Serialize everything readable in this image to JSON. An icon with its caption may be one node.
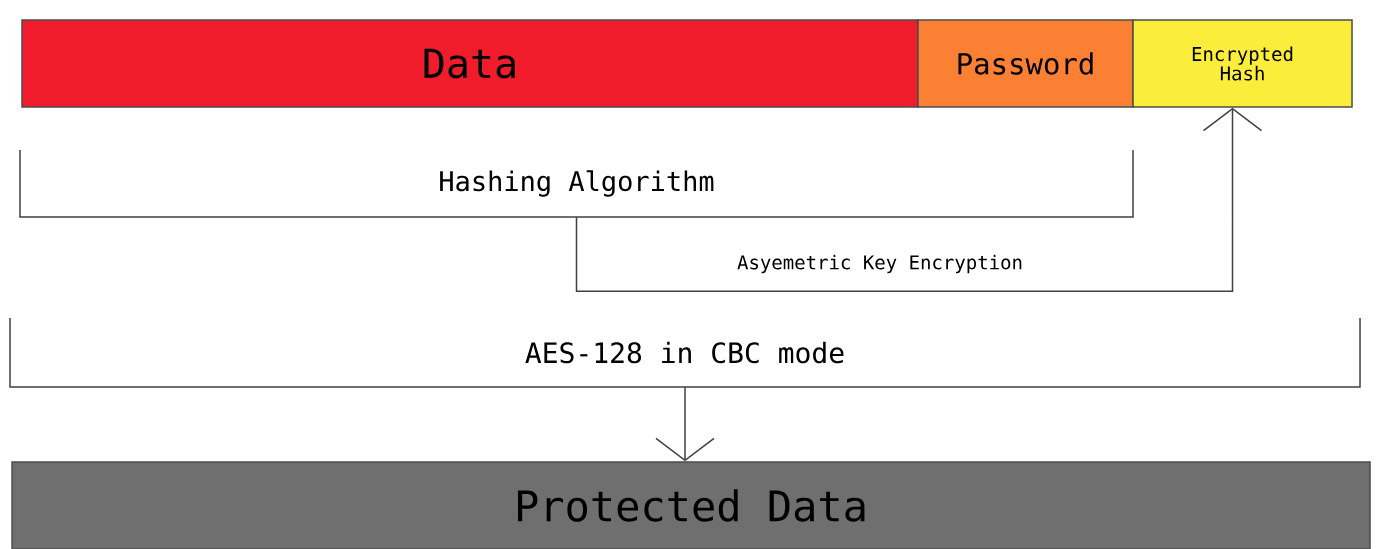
{
  "diagram": {
    "nodes": [
      {
        "text": [
          "Data"
        ]
      },
      {
        "text": [
          "Password"
        ]
      },
      {
        "text": [
          "Encrypted Hash"
        ]
      },
      {
        "text": [
          "Protected Data"
        ]
      },
      {
        "text": [
          "Hashing Algorithm"
        ]
      },
      {
        "text": [
          "AES-128 in CBC mode"
        ]
      }
    ],
    "edges": [
      {
        "from": 4,
        "to": 2,
        "arrow": "to",
        "label": "Asyemetric Key Encryption"
      },
      {
        "from": 5,
        "to": 3,
        "arrow": "to"
      }
    ]
  }
}
